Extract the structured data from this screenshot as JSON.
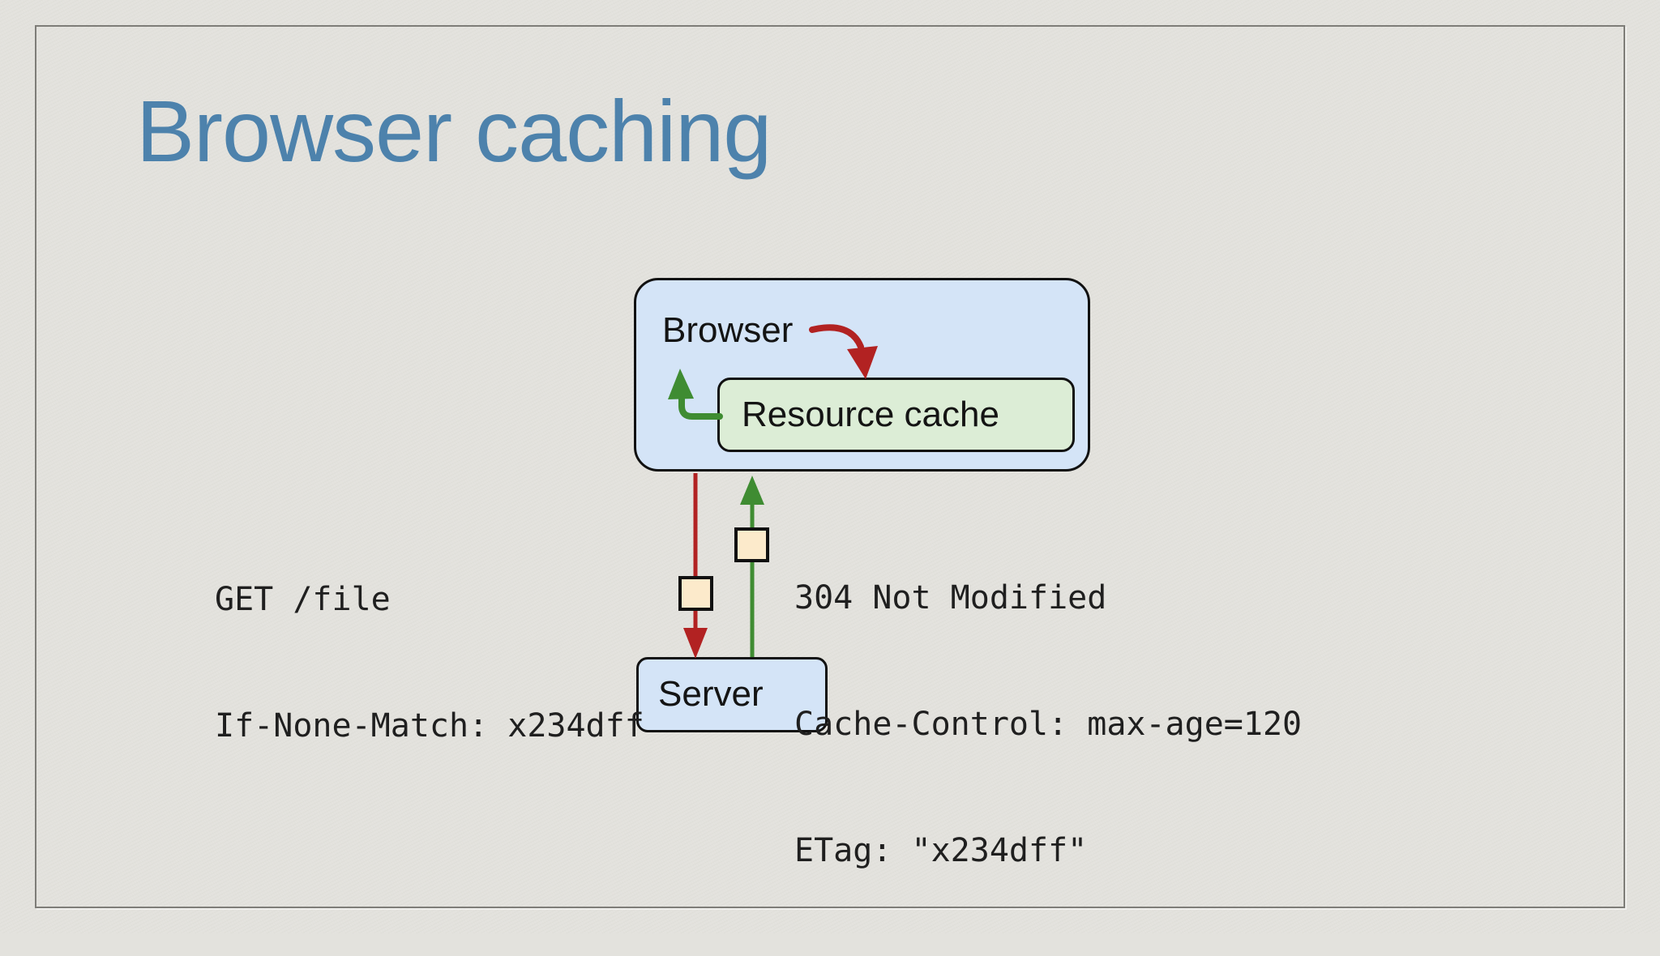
{
  "slide": {
    "title": "Browser caching",
    "colors": {
      "background": "#e3e2dd",
      "frame_border": "#7e7d78",
      "title": "#4d82ac",
      "node_fill_blue": "#d4e4f7",
      "cache_fill_green": "#dcedd6",
      "outline": "#111111",
      "arrow_red": "#b22222",
      "arrow_green": "#3f8c32",
      "packet_fill": "#fceacb",
      "code_text": "#1f1f1f",
      "label_text": "#141414"
    }
  },
  "diagram": {
    "browser": {
      "label": "Browser"
    },
    "resource_cache": {
      "label": "Resource cache"
    },
    "server": {
      "label": "Server"
    },
    "request": {
      "lines": [
        "GET /file",
        "If-None-Match: x234dff"
      ]
    },
    "response": {
      "lines": [
        "304 Not Modified",
        "Cache-Control: max-age=120",
        "ETag: \"x234dff\""
      ]
    }
  }
}
